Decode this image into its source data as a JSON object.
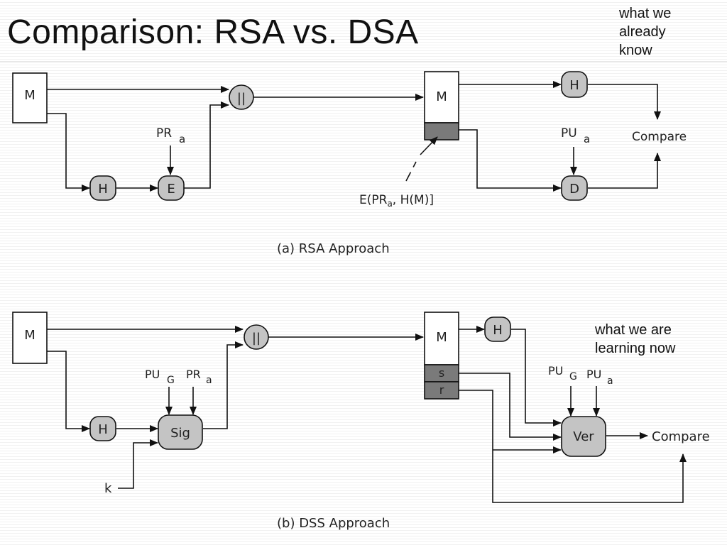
{
  "slide": {
    "title": "Comparison: RSA vs. DSA",
    "note_top": "what we\nalready\nknow",
    "note_bottom": "what we are\nlearning now"
  },
  "rsa": {
    "caption": "(a) RSA Approach",
    "message_label": "M",
    "hash_label": "H",
    "encrypt_label": "E",
    "concat_label": "||",
    "private_key": "PR",
    "private_key_sub": "a",
    "received_message_label": "M",
    "signature_annotation_main": "E(PR",
    "signature_annotation_sub": "a",
    "signature_annotation_rest": ", H(M)]",
    "recv_hash_label": "H",
    "decrypt_label": "D",
    "public_key": "PU",
    "public_key_sub": "a",
    "compare_label": "Compare"
  },
  "dss": {
    "caption": "(b) DSS Approach",
    "message_label": "M",
    "hash_label": "H",
    "sign_label": "Sig",
    "concat_label": "||",
    "global_key": "PU",
    "global_key_sub": "G",
    "private_key": "PR",
    "private_key_sub": "a",
    "random_k": "k",
    "received_message_label": "M",
    "s_label": "s",
    "r_label": "r",
    "recv_hash_label": "H",
    "verify_label": "Ver",
    "verify_global_key": "PU",
    "verify_global_key_sub": "G",
    "verify_public_key": "PU",
    "verify_public_key_sub": "a",
    "compare_label": "Compare"
  }
}
